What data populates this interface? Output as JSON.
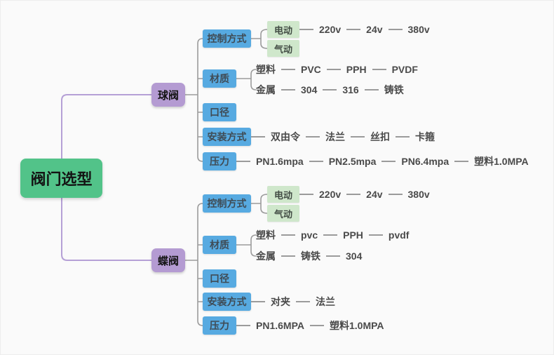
{
  "title": {
    "label": "阀门选型"
  },
  "colors": {
    "canvas_bg": "#fafafa",
    "root_bg": "#52c389",
    "branch_bg": "#b49bd2",
    "category_bg": "#57aae1",
    "leaf_bg": "#cfe7cb",
    "connector_purple": "#b5a0d6",
    "connector_gray": "#9b9b9b",
    "text_dark": "#4a4a4a"
  },
  "branches": [
    {
      "label": "球阀",
      "categories": [
        {
          "label": "控制方式",
          "children": [
            {
              "label": "电动"
            },
            {
              "label": "气动"
            }
          ],
          "chain": [
            "220v",
            "24v",
            "380v"
          ]
        },
        {
          "label": "材质",
          "rows": [
            {
              "label": "塑料",
              "values": [
                "PVC",
                "PPH",
                "PVDF"
              ]
            },
            {
              "label": "金属",
              "values": [
                "304",
                "316",
                "铸铁"
              ]
            }
          ]
        },
        {
          "label": "口径"
        },
        {
          "label": "安装方式",
          "values": [
            "双由令",
            "法兰",
            "丝扣",
            "卡箍"
          ]
        },
        {
          "label": "压力",
          "values": [
            "PN1.6mpa",
            "PN2.5mpa",
            "PN6.4mpa",
            "塑料1.0MPA"
          ]
        }
      ]
    },
    {
      "label": "蝶阀",
      "categories": [
        {
          "label": "控制方式",
          "children": [
            {
              "label": "电动"
            },
            {
              "label": "气动"
            }
          ],
          "chain": [
            "220v",
            "24v",
            "380v"
          ]
        },
        {
          "label": "材质",
          "rows": [
            {
              "label": "塑料",
              "values": [
                "pvc",
                "PPH",
                "pvdf"
              ]
            },
            {
              "label": "金属",
              "values": [
                "铸铁",
                "304"
              ]
            }
          ]
        },
        {
          "label": "口径"
        },
        {
          "label": "安装方式",
          "values": [
            "对夹",
            "法兰"
          ]
        },
        {
          "label": "压力",
          "values": [
            "PN1.6MPA",
            "塑料1.0MPA"
          ]
        }
      ]
    }
  ]
}
